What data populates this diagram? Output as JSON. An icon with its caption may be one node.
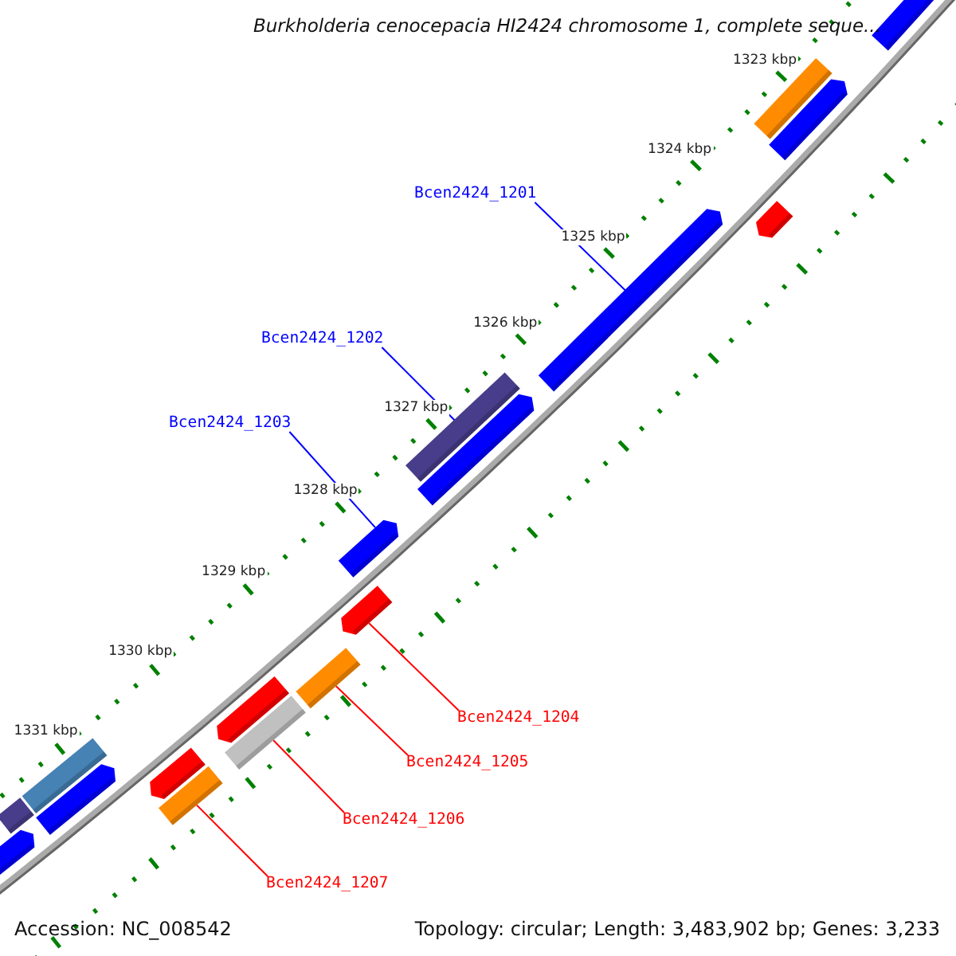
{
  "diagram": {
    "title": "Burkholderia cenocepacia HI2424 chromosome 1, complete seque...",
    "nodes": [
      {
        "text": [
          "Bcen2424_1201"
        ]
      },
      {
        "text": [
          "Bcen2424_1202"
        ]
      },
      {
        "text": [
          "Bcen2424_1203"
        ]
      },
      {
        "text": [
          "Bcen2424_1204"
        ]
      },
      {
        "text": [
          "Bcen2424_1205"
        ]
      },
      {
        "text": [
          "Bcen2424_1206"
        ]
      },
      {
        "text": [
          "Bcen2424_1207"
        ]
      },
      {
        "text": [],
        "shape": "bar"
      },
      {
        "text": [],
        "shape": "bar"
      },
      {
        "text": [],
        "shape": "bar"
      },
      {
        "text": [],
        "shape": "bar"
      },
      {
        "text": [],
        "shape": "bar"
      },
      {
        "text": [],
        "shape": "bar"
      },
      {
        "text": [],
        "shape": "bar"
      },
      {
        "text": [],
        "shape": "bar"
      },
      {
        "text": [],
        "shape": "bar"
      },
      {
        "text": [],
        "shape": "bar"
      },
      {
        "text": [],
        "shape": "bar"
      },
      {
        "text": [],
        "shape": "bar"
      },
      {
        "text": [],
        "shape": "bar"
      },
      {
        "text": [],
        "shape": "bar"
      },
      {
        "text": [],
        "shape": "bar"
      },
      {
        "text": [],
        "shape": "bar"
      },
      {
        "text": [],
        "shape": "bar"
      },
      {
        "text": [],
        "shape": "bar"
      }
    ],
    "edges": [
      {
        "from": 0,
        "to": 11,
        "arrow": "none",
        "color": "#0000ff"
      },
      {
        "from": 1,
        "to": 12,
        "arrow": "none",
        "color": "#0000ff"
      },
      {
        "from": 2,
        "to": 14,
        "arrow": "none",
        "color": "#0000ff"
      },
      {
        "from": 3,
        "to": 15,
        "arrow": "none"
      },
      {
        "from": 4,
        "to": 16,
        "arrow": "none"
      },
      {
        "from": 5,
        "to": 18,
        "arrow": "none"
      },
      {
        "from": 6,
        "to": 21,
        "arrow": "none"
      }
    ],
    "labels": [
      "1323 kbp",
      "1324 kbp",
      "1325 kbp",
      "1326 kbp",
      "1327 kbp",
      "1328 kbp",
      "1329 kbp",
      "1330 kbp",
      "1331 kbp",
      "Accession: NC_008542",
      "Topology: circular; Length: 3,483,902 bp; Genes: 3,233"
    ]
  }
}
